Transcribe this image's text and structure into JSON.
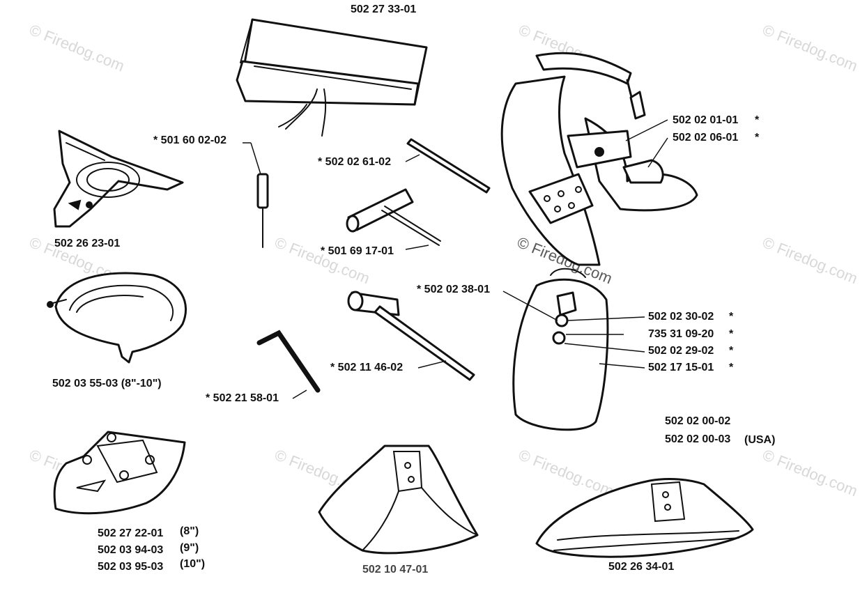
{
  "watermark": {
    "text": "© Firedog.com"
  },
  "labels": {
    "tool_bag": "502 27 33-01",
    "blade_tri": "502 26 23-01",
    "cover_ring": "502 03 55-03 (8\"-10\")",
    "guard_small_a": "502 27 22-01",
    "guard_small_a_size": "(8\")",
    "guard_small_b": "502 03 94-03",
    "guard_small_b_size": "(9\")",
    "guard_small_c": "502 03 95-03",
    "guard_small_c_size": "(10\")",
    "screwdriver": "* 501 60 02-02",
    "rod": "* 502 02 61-02",
    "t_wrench": "* 501 69 17-01",
    "hex_key": "* 502 21 58-01",
    "socket_wrench": "* 502 11 46-02",
    "harness_a": "502 02 01-01",
    "harness_b": "502 02 06-01",
    "harness_a_star": "*",
    "harness_b_star": "*",
    "pad_clip": "* 502 02 38-01",
    "pad_p1": "502 02 30-02",
    "pad_p2": "735 31 09-20",
    "pad_p3": "502 02 29-02",
    "pad_p4": "502 17 15-01",
    "pad_s1": "*",
    "pad_s2": "*",
    "pad_s3": "*",
    "pad_s4": "*",
    "harness_kit_a": "502 02 00-02",
    "harness_kit_b": "502 02 00-03",
    "harness_kit_b_note": "(USA)",
    "guard_large": "502 26 34-01",
    "guard_center_partial": "502 10 47-01"
  }
}
